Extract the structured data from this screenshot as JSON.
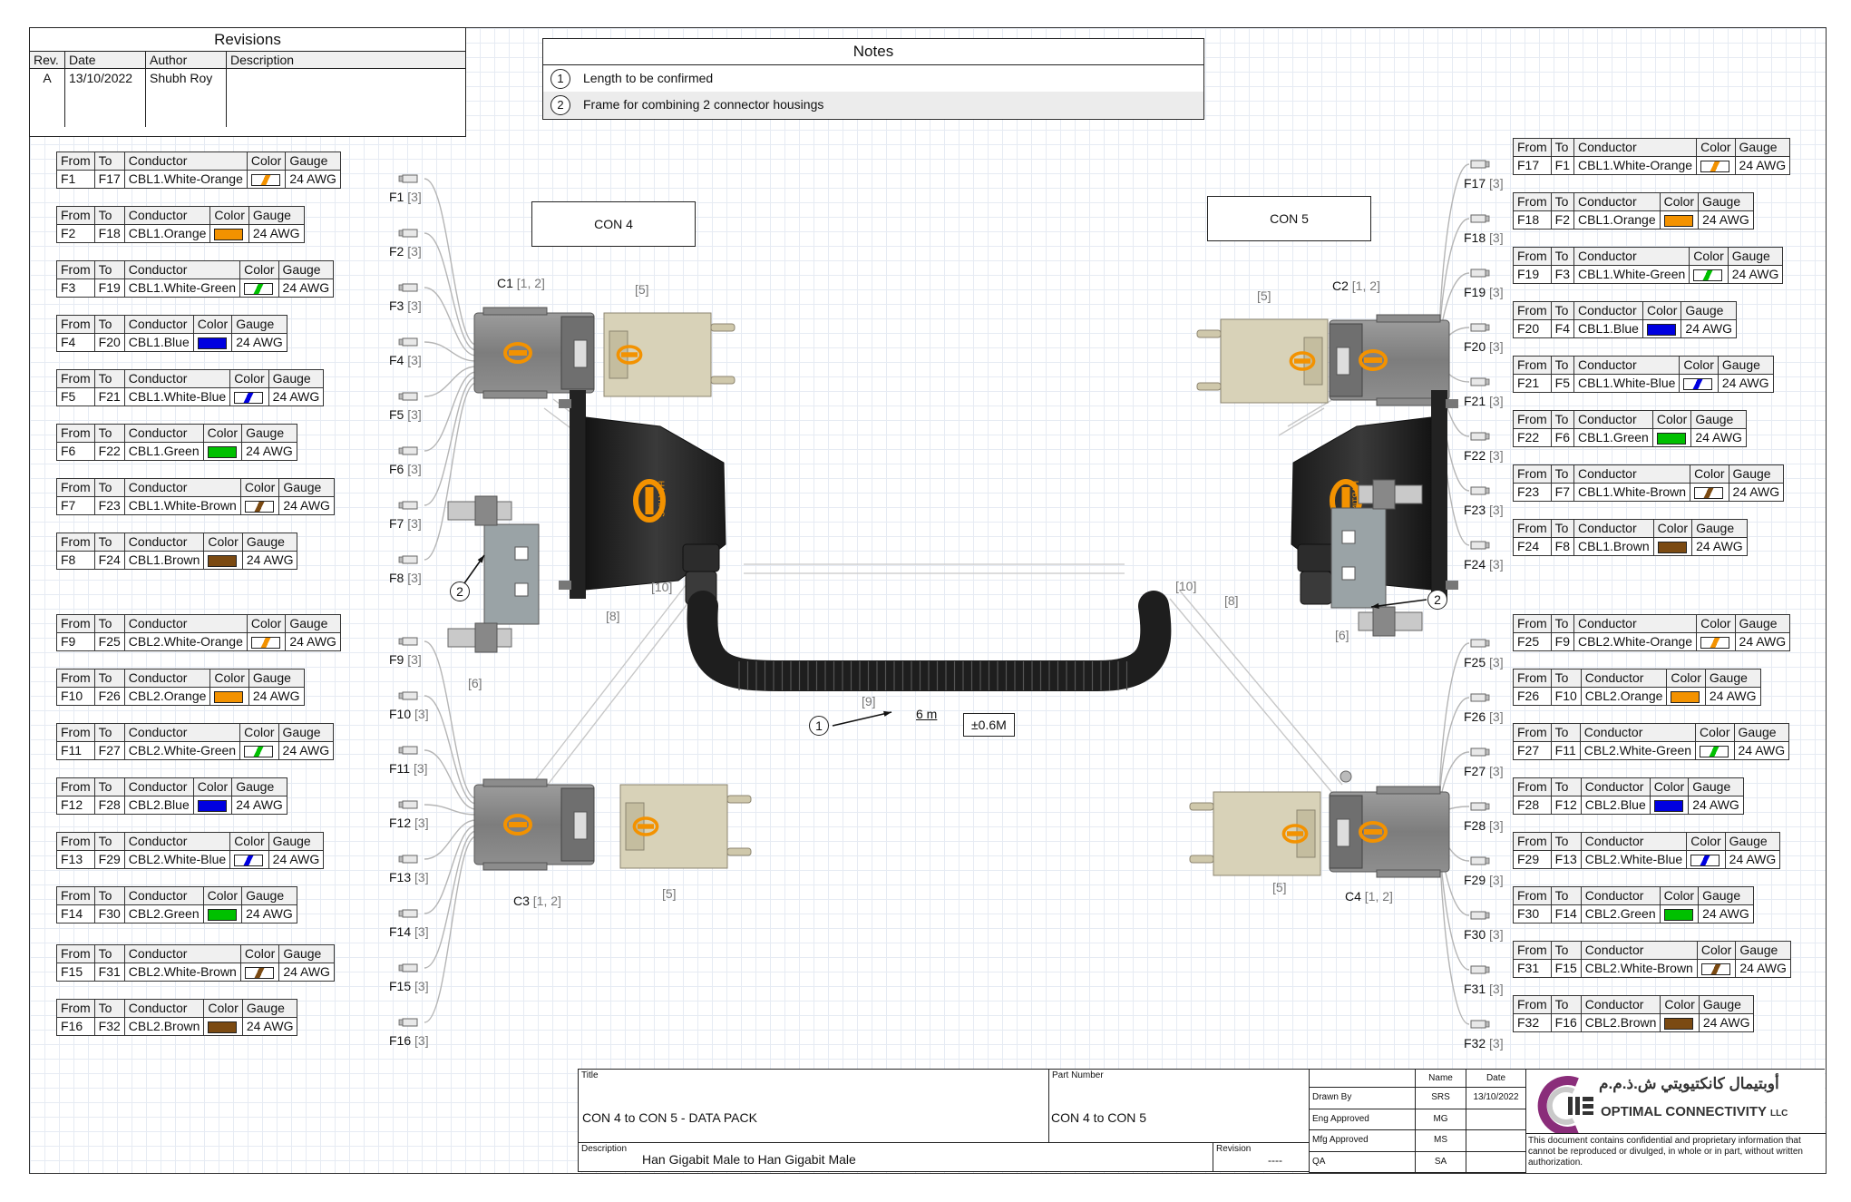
{
  "revisions": {
    "title": "Revisions",
    "headers": [
      "Rev.",
      "Date",
      "Author",
      "Description"
    ],
    "rows": [
      [
        "A",
        "13/10/2022",
        "Shubh Roy",
        ""
      ]
    ]
  },
  "notes": {
    "title": "Notes",
    "items": [
      {
        "num": "1",
        "text": "Length to be confirmed"
      },
      {
        "num": "2",
        "text": "Frame for combining 2 connector housings"
      }
    ]
  },
  "connectors": {
    "con4": "CON 4",
    "con5": "CON 5"
  },
  "table_headers": {
    "from": "From",
    "to": "To",
    "conductor": "Conductor",
    "color": "Color",
    "gauge": "Gauge"
  },
  "colors": {
    "orange": "#f39200",
    "green": "#00c000",
    "blue": "#0000e0",
    "brown": "#7b4a12",
    "frame": "#8a8f92",
    "housing": "#d8d2b8",
    "hood": "#2a2a2a"
  },
  "left_wires": [
    {
      "from": "F1",
      "to": "F17",
      "conductor": "CBL1.White-Orange",
      "color": "orange",
      "stripe": true,
      "gauge": "24 AWG"
    },
    {
      "from": "F2",
      "to": "F18",
      "conductor": "CBL1.Orange",
      "color": "orange",
      "stripe": false,
      "gauge": "24 AWG"
    },
    {
      "from": "F3",
      "to": "F19",
      "conductor": "CBL1.White-Green",
      "color": "green",
      "stripe": true,
      "gauge": "24 AWG"
    },
    {
      "from": "F4",
      "to": "F20",
      "conductor": "CBL1.Blue",
      "color": "blue",
      "stripe": false,
      "gauge": "24 AWG"
    },
    {
      "from": "F5",
      "to": "F21",
      "conductor": "CBL1.White-Blue",
      "color": "blue",
      "stripe": true,
      "gauge": "24 AWG"
    },
    {
      "from": "F6",
      "to": "F22",
      "conductor": "CBL1.Green",
      "color": "green",
      "stripe": false,
      "gauge": "24 AWG"
    },
    {
      "from": "F7",
      "to": "F23",
      "conductor": "CBL1.White-Brown",
      "color": "brown",
      "stripe": true,
      "gauge": "24 AWG"
    },
    {
      "from": "F8",
      "to": "F24",
      "conductor": "CBL1.Brown",
      "color": "brown",
      "stripe": false,
      "gauge": "24 AWG"
    },
    {
      "from": "F9",
      "to": "F25",
      "conductor": "CBL2.White-Orange",
      "color": "orange",
      "stripe": true,
      "gauge": "24 AWG"
    },
    {
      "from": "F10",
      "to": "F26",
      "conductor": "CBL2.Orange",
      "color": "orange",
      "stripe": false,
      "gauge": "24 AWG"
    },
    {
      "from": "F11",
      "to": "F27",
      "conductor": "CBL2.White-Green",
      "color": "green",
      "stripe": true,
      "gauge": "24 AWG"
    },
    {
      "from": "F12",
      "to": "F28",
      "conductor": "CBL2.Blue",
      "color": "blue",
      "stripe": false,
      "gauge": "24 AWG"
    },
    {
      "from": "F13",
      "to": "F29",
      "conductor": "CBL2.White-Blue",
      "color": "blue",
      "stripe": true,
      "gauge": "24 AWG"
    },
    {
      "from": "F14",
      "to": "F30",
      "conductor": "CBL2.Green",
      "color": "green",
      "stripe": false,
      "gauge": "24 AWG"
    },
    {
      "from": "F15",
      "to": "F31",
      "conductor": "CBL2.White-Brown",
      "color": "brown",
      "stripe": true,
      "gauge": "24 AWG"
    },
    {
      "from": "F16",
      "to": "F32",
      "conductor": "CBL2.Brown",
      "color": "brown",
      "stripe": false,
      "gauge": "24 AWG"
    }
  ],
  "right_wires": [
    {
      "from": "F17",
      "to": "F1",
      "conductor": "CBL1.White-Orange",
      "color": "orange",
      "stripe": true,
      "gauge": "24 AWG"
    },
    {
      "from": "F18",
      "to": "F2",
      "conductor": "CBL1.Orange",
      "color": "orange",
      "stripe": false,
      "gauge": "24 AWG"
    },
    {
      "from": "F19",
      "to": "F3",
      "conductor": "CBL1.White-Green",
      "color": "green",
      "stripe": true,
      "gauge": "24 AWG"
    },
    {
      "from": "F20",
      "to": "F4",
      "conductor": "CBL1.Blue",
      "color": "blue",
      "stripe": false,
      "gauge": "24 AWG"
    },
    {
      "from": "F21",
      "to": "F5",
      "conductor": "CBL1.White-Blue",
      "color": "blue",
      "stripe": true,
      "gauge": "24 AWG"
    },
    {
      "from": "F22",
      "to": "F6",
      "conductor": "CBL1.Green",
      "color": "green",
      "stripe": false,
      "gauge": "24 AWG"
    },
    {
      "from": "F23",
      "to": "F7",
      "conductor": "CBL1.White-Brown",
      "color": "brown",
      "stripe": true,
      "gauge": "24 AWG"
    },
    {
      "from": "F24",
      "to": "F8",
      "conductor": "CBL1.Brown",
      "color": "brown",
      "stripe": false,
      "gauge": "24 AWG"
    },
    {
      "from": "F25",
      "to": "F9",
      "conductor": "CBL2.White-Orange",
      "color": "orange",
      "stripe": true,
      "gauge": "24 AWG"
    },
    {
      "from": "F26",
      "to": "F10",
      "conductor": "CBL2.Orange",
      "color": "orange",
      "stripe": false,
      "gauge": "24 AWG"
    },
    {
      "from": "F27",
      "to": "F11",
      "conductor": "CBL2.White-Green",
      "color": "green",
      "stripe": true,
      "gauge": "24 AWG"
    },
    {
      "from": "F28",
      "to": "F12",
      "conductor": "CBL2.Blue",
      "color": "blue",
      "stripe": false,
      "gauge": "24 AWG"
    },
    {
      "from": "F29",
      "to": "F13",
      "conductor": "CBL2.White-Blue",
      "color": "blue",
      "stripe": true,
      "gauge": "24 AWG"
    },
    {
      "from": "F30",
      "to": "F14",
      "conductor": "CBL2.Green",
      "color": "green",
      "stripe": false,
      "gauge": "24 AWG"
    },
    {
      "from": "F31",
      "to": "F15",
      "conductor": "CBL2.White-Brown",
      "color": "brown",
      "stripe": true,
      "gauge": "24 AWG"
    },
    {
      "from": "F32",
      "to": "F16",
      "conductor": "CBL2.Brown",
      "color": "brown",
      "stripe": false,
      "gauge": "24 AWG"
    }
  ],
  "ferrule_ref": "[3]",
  "component_labels": {
    "c1": "C1",
    "c2": "C2",
    "c3": "C3",
    "c4": "C4",
    "c_ref": "[1, 2]",
    "housing_ref": "[5]",
    "frame_ref": "[6]",
    "hood_ref": "[8]",
    "cable_ref": "[9]",
    "gland_ref": "[10]"
  },
  "cable": {
    "note_num": "1",
    "length": "6 m",
    "tolerance": "±0.6M"
  },
  "frame_note_num": "2",
  "hood_brand": "HARTING",
  "title_block": {
    "title_cap": "Title",
    "title": "CON 4 to CON 5 - DATA PACK",
    "part_cap": "Part Number",
    "part": "CON 4 to CON 5",
    "desc_cap": "Description",
    "desc": "Han Gigabit Male to Han Gigabit Male",
    "rev_cap": "Revision",
    "rev": "----",
    "name_head": "Name",
    "date_head": "Date",
    "approvals": [
      {
        "role": "Drawn By",
        "name": "SRS",
        "date": "13/10/2022"
      },
      {
        "role": "Eng Approved",
        "name": "MG",
        "date": ""
      },
      {
        "role": "Mfg Approved",
        "name": "MS",
        "date": ""
      },
      {
        "role": "QA",
        "name": "SA",
        "date": ""
      }
    ],
    "company_arabic": "أوبتيمال كانكتيويتي ش.ذ.م.م",
    "company": "OPTIMAL CONNECTIVITY",
    "company_suffix": "LLC",
    "confidential": "This document contains confidential and proprietary information that cannot be reproduced or divulged, in whole or in part, without written authorization."
  }
}
